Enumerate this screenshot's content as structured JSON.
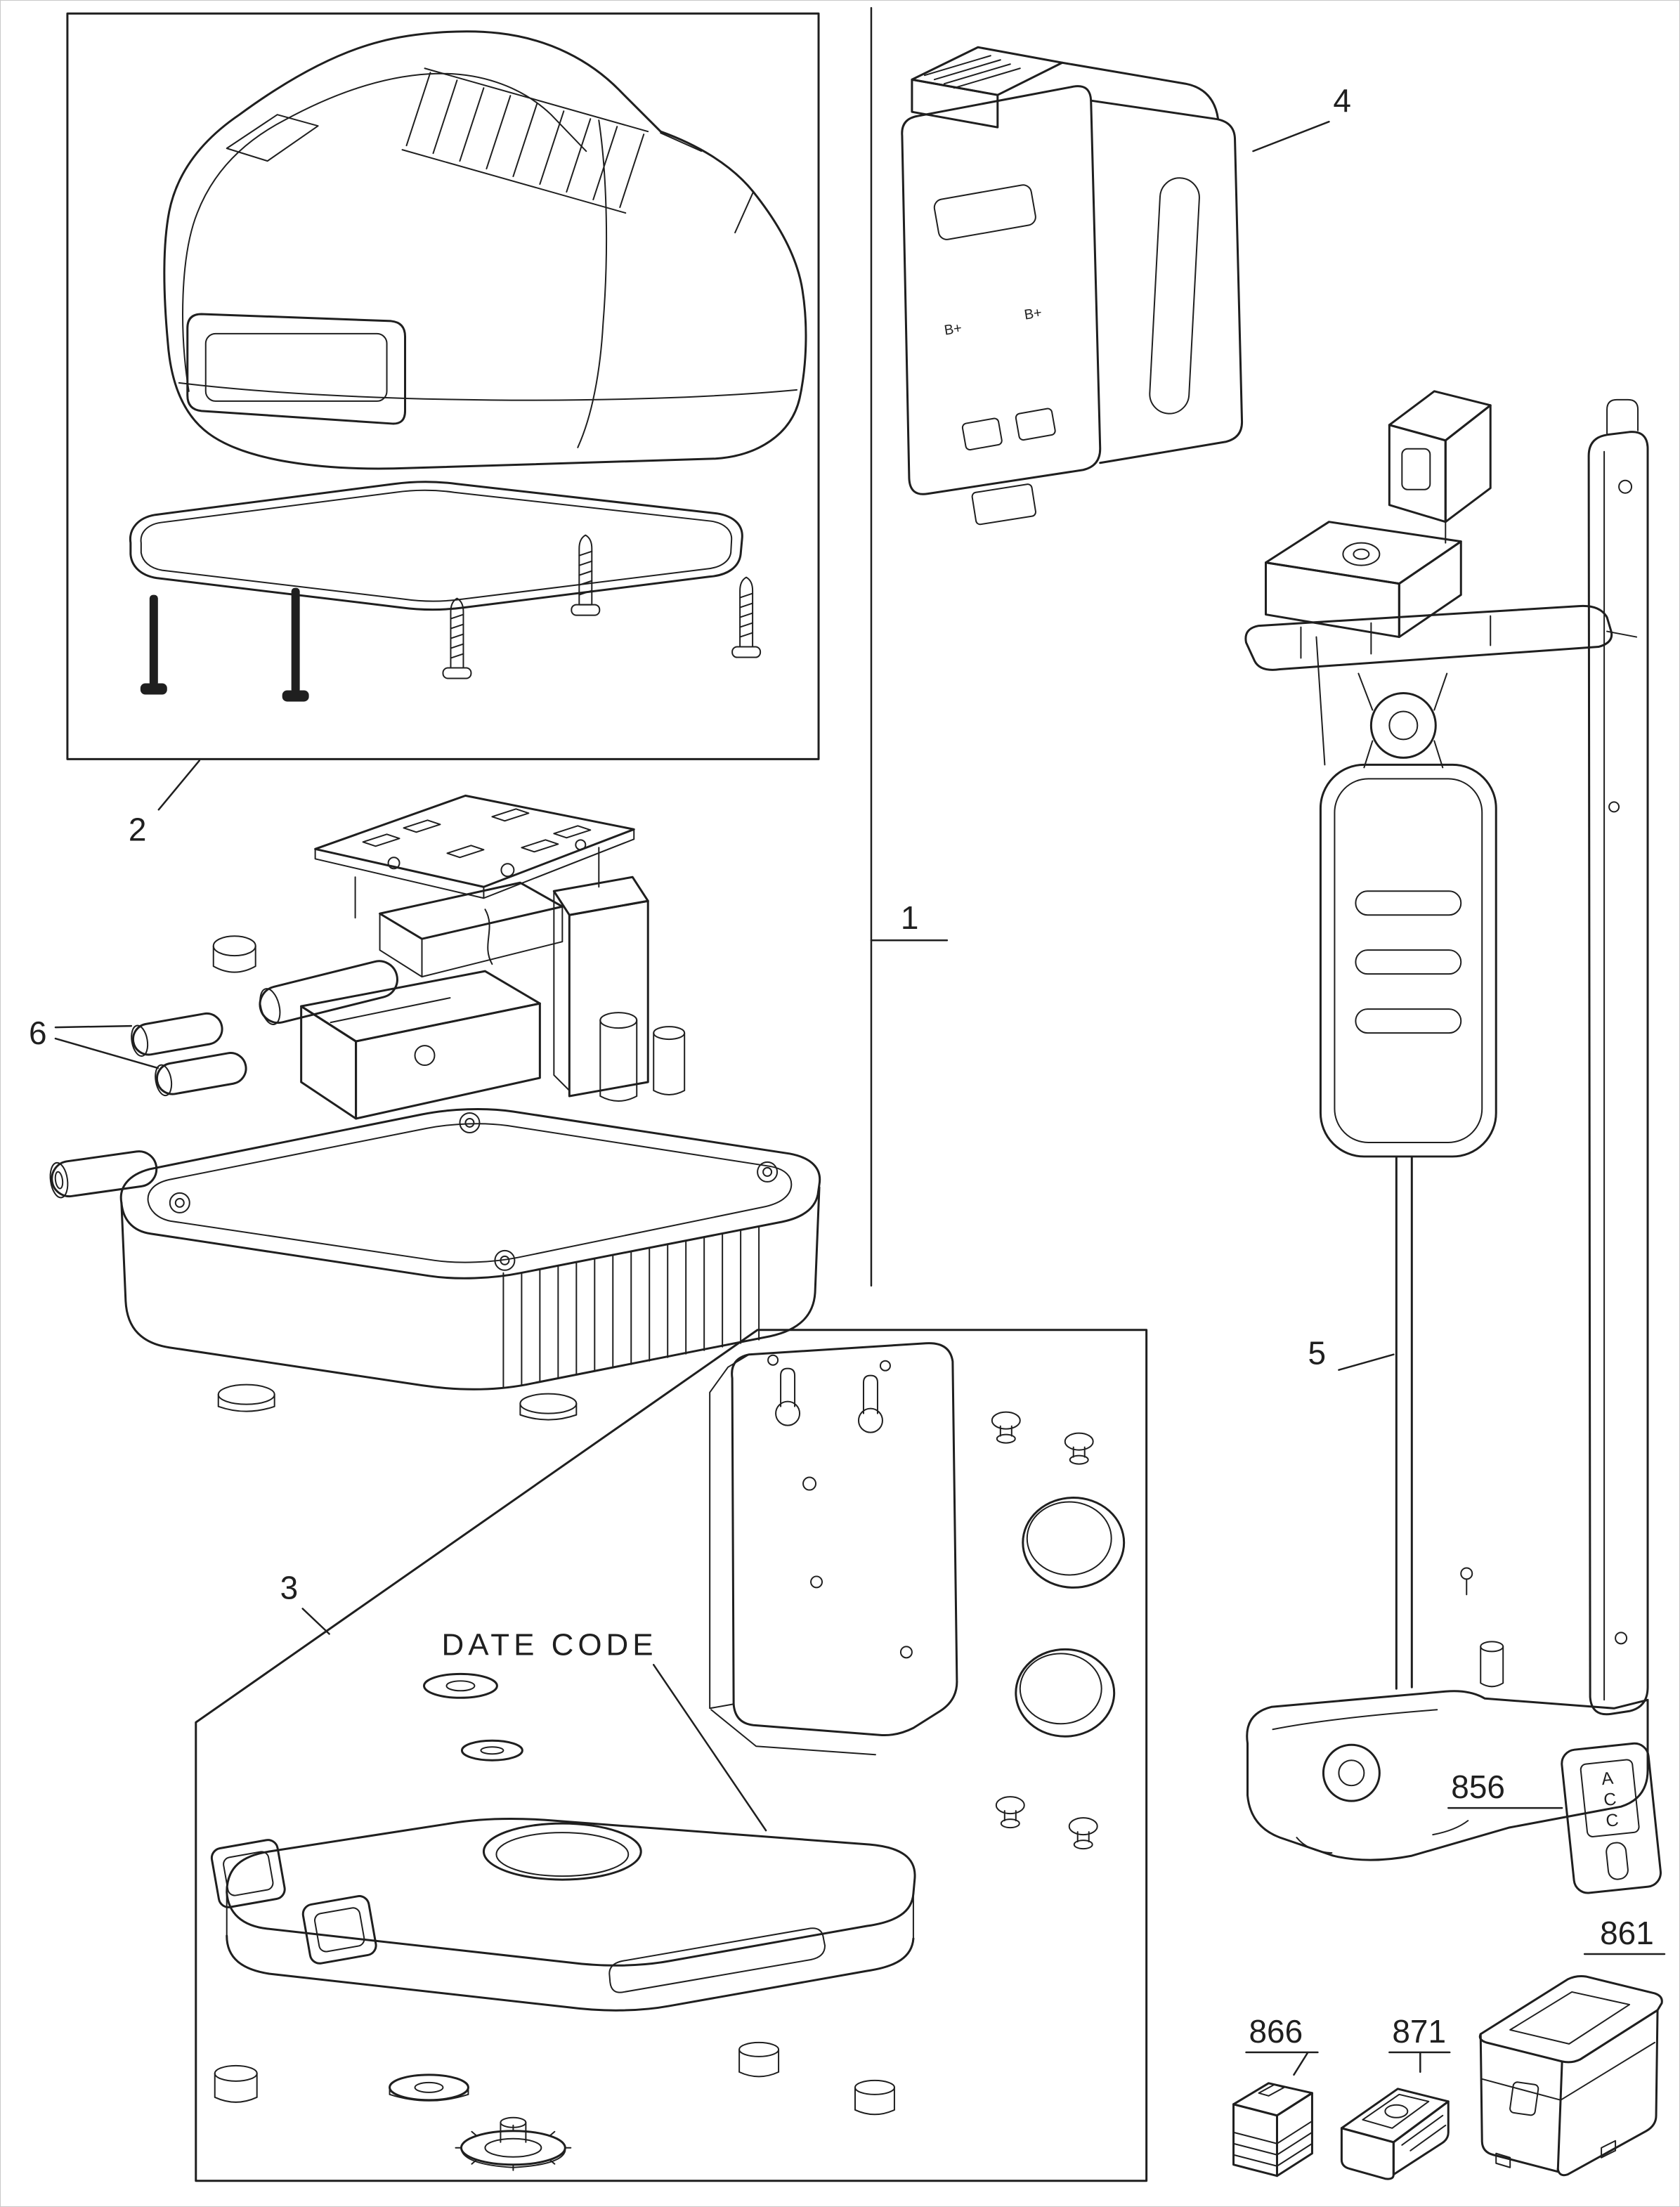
{
  "page": {
    "background": "#ffffff",
    "ink": "#1f1f1f",
    "frame": "#c9c9c9"
  },
  "callouts": {
    "c1": "1",
    "c2": "2",
    "c3": "3",
    "c4": "4",
    "c5": "5",
    "c6": "6",
    "c856": "856",
    "c861": "861",
    "c866": "866",
    "c871": "871"
  },
  "annotations": {
    "date_code": "DATE CODE"
  },
  "acc_tag": {
    "letters": [
      "A",
      "C",
      "C"
    ]
  },
  "battery_pack": {
    "terminal_marks": [
      "B+",
      "B+"
    ]
  }
}
